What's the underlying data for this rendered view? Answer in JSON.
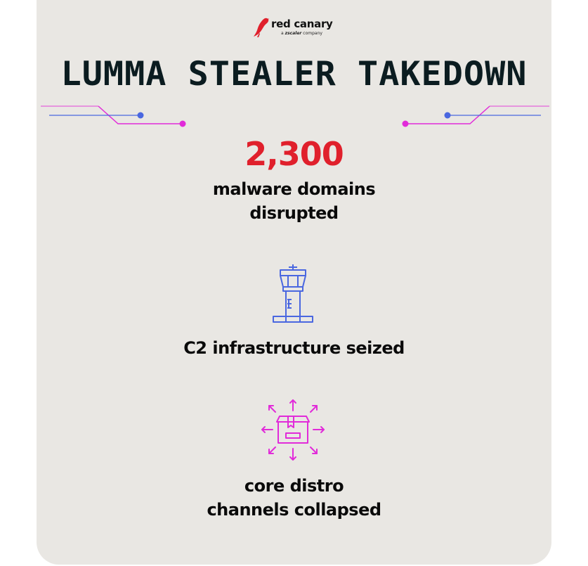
{
  "brand": {
    "name": "red canary",
    "sub_prefix": "a",
    "sub_brand": "zscaler",
    "sub_suffix": "company"
  },
  "title": "LUMMA STEALER TAKEDOWN",
  "stats": [
    {
      "value": "2,300",
      "label_lines": [
        "malware domains",
        "disrupted"
      ]
    },
    {
      "label_lines": [
        "C2 infrastructure seized"
      ],
      "icon": "control-tower-icon"
    },
    {
      "label_lines": [
        "core distro",
        "channels collapsed"
      ],
      "icon": "box-distribution-icon"
    }
  ],
  "colors": {
    "background": "#e9e7e3",
    "accent_red": "#e0202c",
    "title": "#0b1c20",
    "blue": "#4a67e0",
    "magenta": "#e12bd9"
  }
}
